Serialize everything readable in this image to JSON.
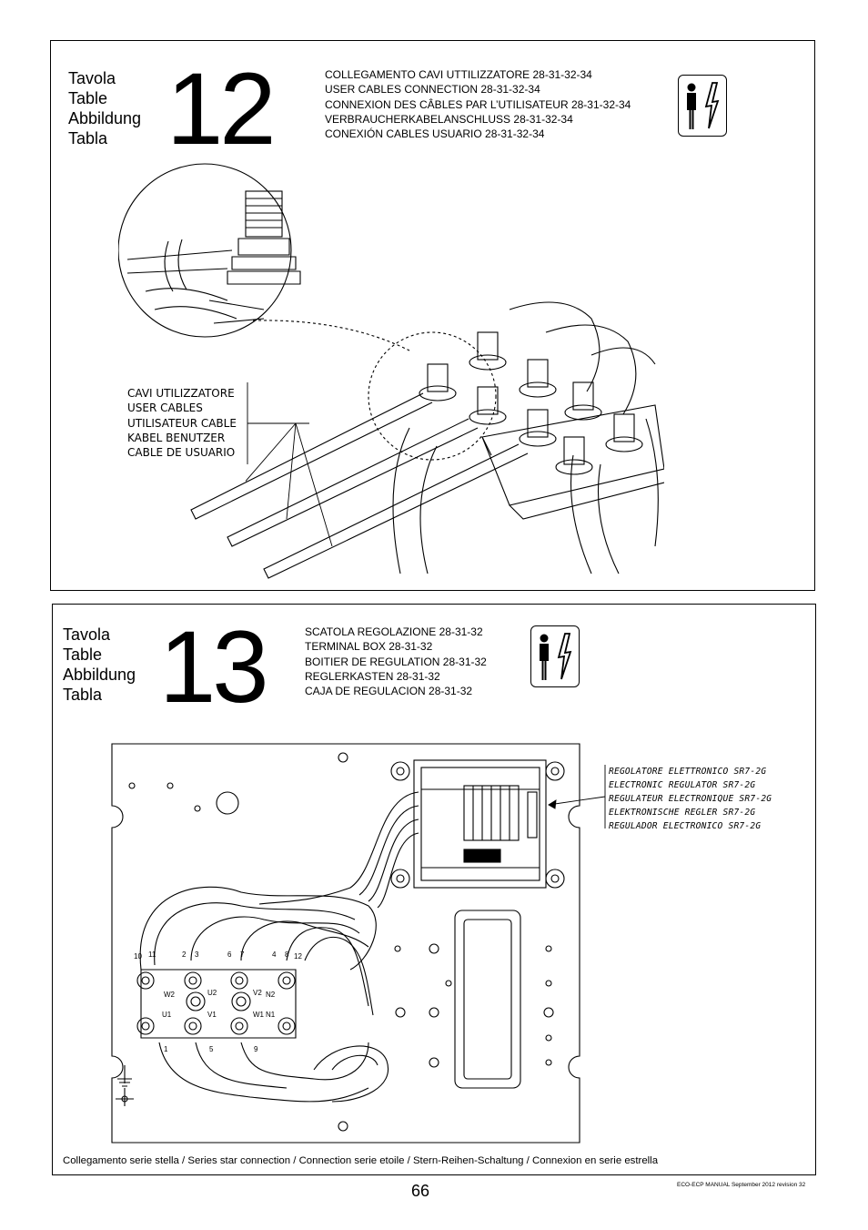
{
  "tables": [
    {
      "labels": [
        "Tavola",
        "Table",
        "Abbildung",
        "Tabla"
      ],
      "number": "12",
      "titles": [
        "COLLEGAMENTO CAVI UTTILIZZATORE 28-31-32-34",
        "USER CABLES CONNECTION 28-31-32-34",
        "CONNEXION DES CÂBLES PAR L’UTILISATEUR 28-31-32-34",
        "VERBRAUCHERKABELANSCHLUSS 28-31-32-34",
        "CONEXIÓN CABLES USUARIO 28-31-32-34"
      ],
      "warning_icon": "electrical-hazard-icon",
      "callout": [
        "CAVI UTILIZZATORE",
        "USER CABLES",
        "UTILISATEUR CABLE",
        "KABEL BENUTZER",
        "CABLE DE USUARIO"
      ]
    },
    {
      "labels": [
        "Tavola",
        "Table",
        "Abbildung",
        "Tabla"
      ],
      "number": "13",
      "titles": [
        "SCATOLA REGOLAZIONE 28-31-32",
        "TERMINAL BOX 28-31-32",
        "BOITIER DE REGULATION 28-31-32",
        "REGLERKASTEN 28-31-32",
        "CAJA DE REGULACION 28-31-32"
      ],
      "warning_icon": "electrical-hazard-icon",
      "callout": [
        "REGOLATORE ELETTRONICO SR7-2G",
        "ELECTRONIC REGULATOR SR7-2G",
        "REGULATEUR ELECTRONIQUE SR7-2G",
        "ELEKTRONISCHE REGLER SR7-2G",
        "REGULADOR ELECTRONICO SR7-2G"
      ],
      "terminal_labels": [
        "10",
        "11",
        "2",
        "3",
        "6",
        "7",
        "4",
        "8",
        "12",
        "W2",
        "U2",
        "V2",
        "N2",
        "U1",
        "V1",
        "W1",
        "N1",
        "1",
        "5",
        "9"
      ],
      "caption": "Collegamento serie stella / Series star connection / Connection serie etoile / Stern-Reihen-Schaltung / Connexion en serie estrella"
    }
  ],
  "page_number": "66",
  "footer": "ECO-ECP MANUAL September 2012 revision 32"
}
